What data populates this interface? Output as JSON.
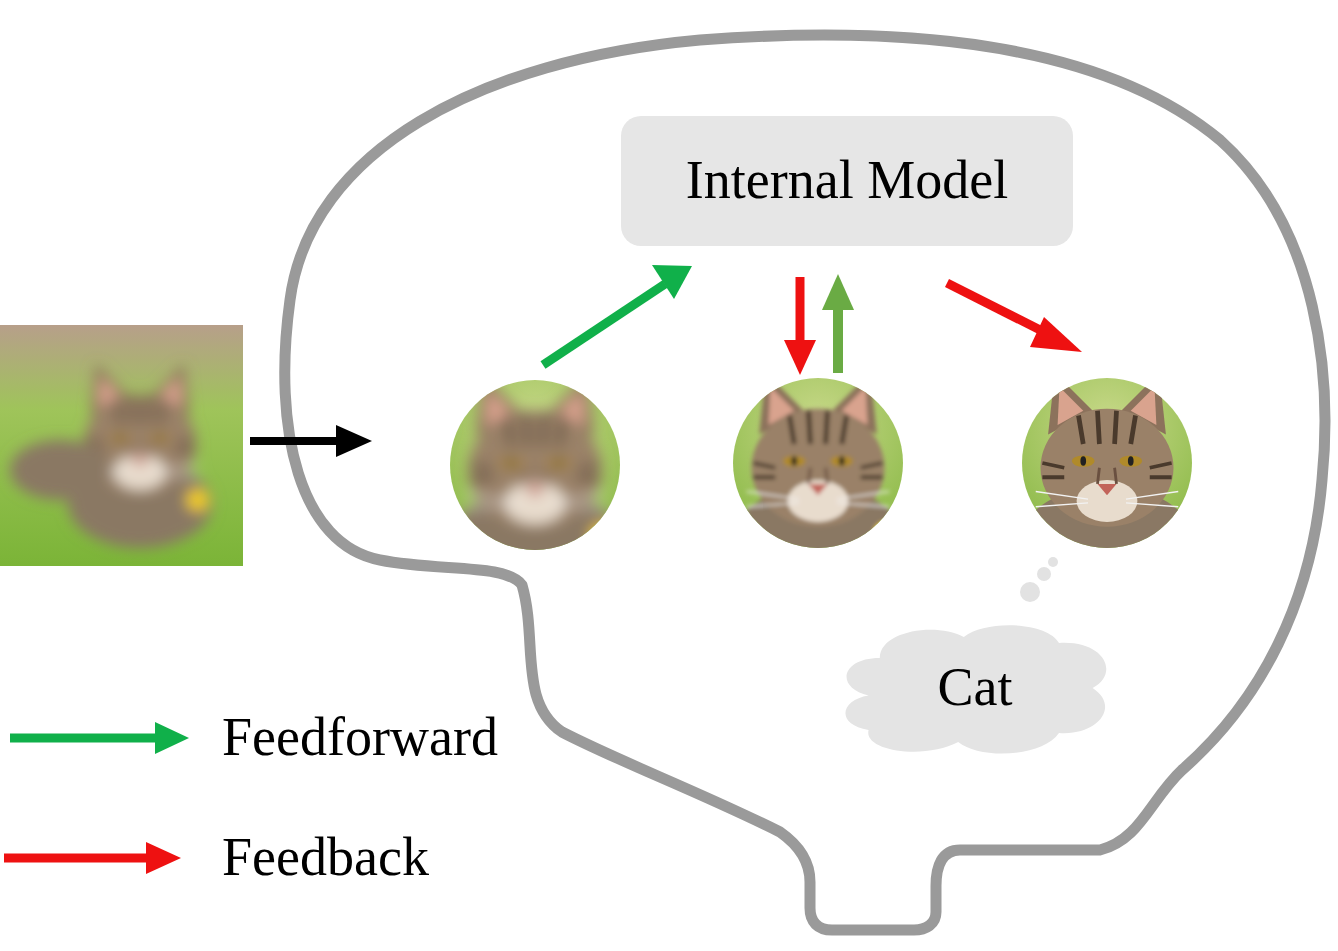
{
  "diagram": {
    "nodes": [
      {
        "text": [
          "Internal Model"
        ]
      },
      {
        "text": [
          "Cat"
        ]
      }
    ],
    "legend": [
      {
        "text": "Feedforward"
      },
      {
        "text": "Feedback"
      }
    ]
  }
}
